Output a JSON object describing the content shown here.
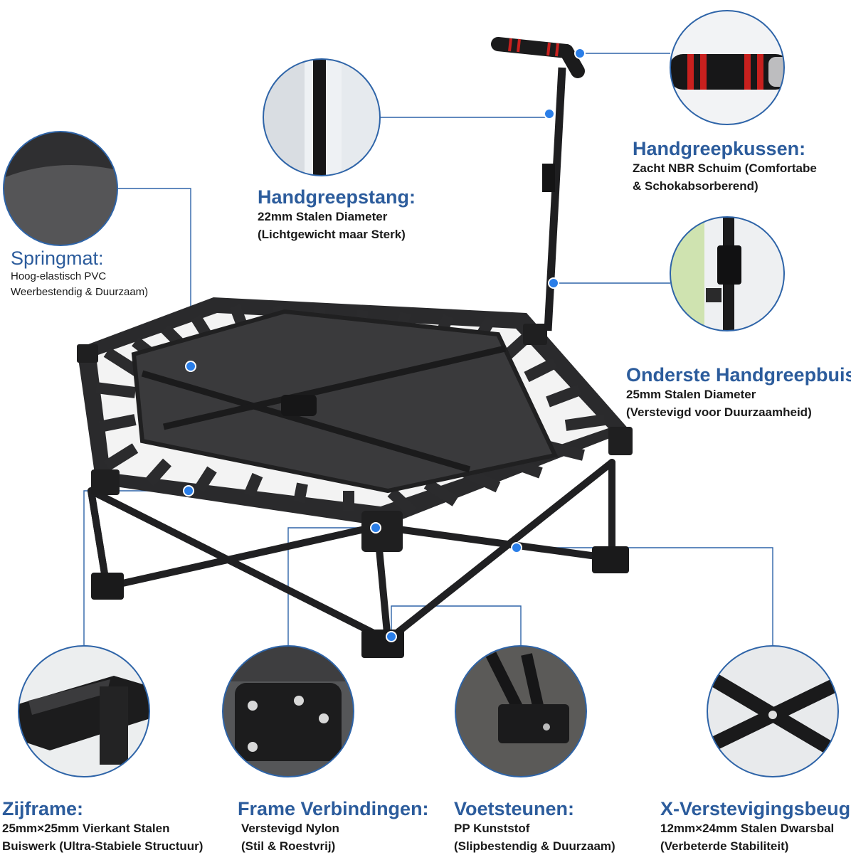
{
  "labels": {
    "springmat": {
      "title": "Springmat:",
      "line1": "Hoog-elastisch PVC",
      "line2": "Weerbestendig & Duurzaam)"
    },
    "handgreepstang": {
      "title": "Handgreepstang:",
      "line1": "22mm Stalen Diameter",
      "line2": "(Lichtgewicht maar Sterk)"
    },
    "handgreepkussen": {
      "title": "Handgreepkussen:",
      "line1": "Zacht NBR Schuim (Comfortabe",
      "line2": "& Schokabsorberend)"
    },
    "onderste_handgreepbuis": {
      "title": "Onderste Handgreepbuis:",
      "line1": "25mm Stalen Diameter",
      "line2": "(Verstevigd voor Duurzaamheid)"
    },
    "zijframe": {
      "title": "Zijframe:",
      "line1": "25mm×25mm Vierkant Stalen",
      "line2": "Buiswerk (Ultra-Stabiele Structuur)"
    },
    "frame_verbindingen": {
      "title": "Frame Verbindingen:",
      "line1": "Verstevigd Nylon",
      "line2": "(Stil & Roestvrij)"
    },
    "voetsteunen": {
      "title": "Voetsteunen:",
      "line1": "PP Kunststof",
      "line2": "(Slipbestendig & Duurzaam)"
    },
    "x_verstevigingsbeugel": {
      "title": "X-Verstevigingsbeugel:",
      "line1": "12mm×24mm Stalen Dwarsbal",
      "line2": "(Verbeterde Stabiliteit)"
    }
  },
  "colors": {
    "accent_blue": "#2c5c9c",
    "marker_blue": "#2a7ee8",
    "frame_dark": "#2a2a2c",
    "mat": "#3a3a3c",
    "grip_red": "#c8201e"
  },
  "icons": [
    "callout-marker-dot",
    "zoom-detail-circle"
  ]
}
